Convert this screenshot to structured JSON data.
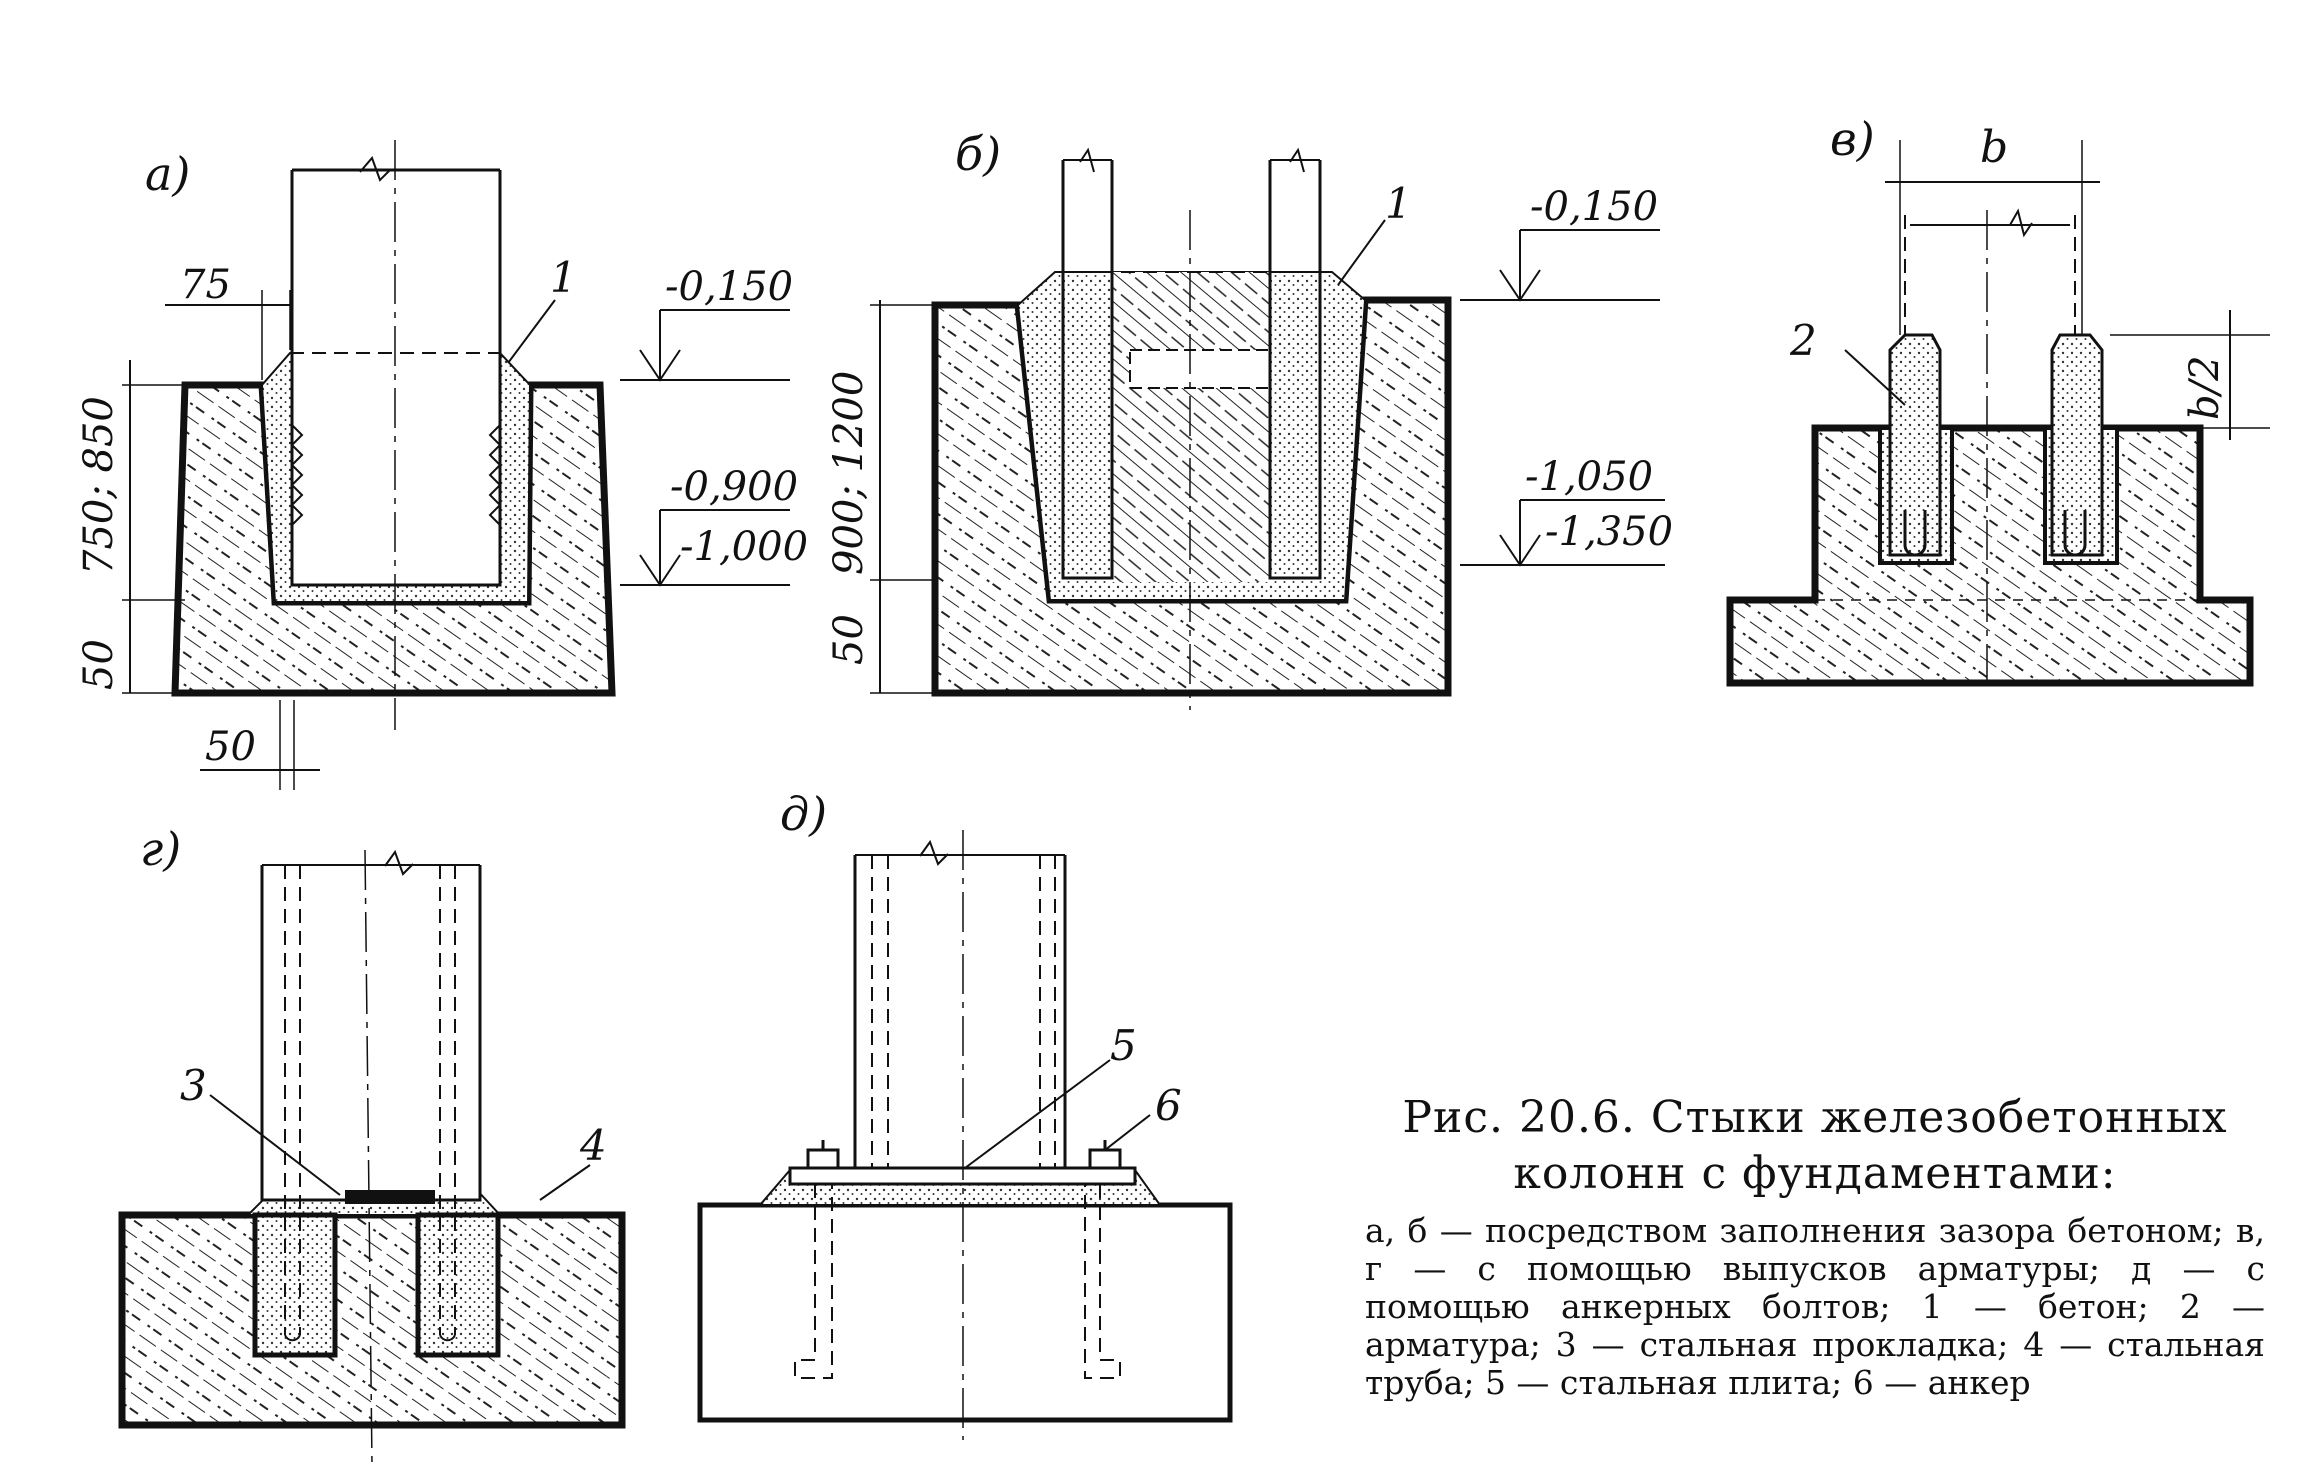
{
  "figure": {
    "panels": {
      "a": {
        "label": "а)",
        "dim_top": "75",
        "dim_vertical": "750; 850",
        "dim_base": "50",
        "dim_gap": "50",
        "callout": "1",
        "levels": [
          "-0,150",
          "-0,900",
          "-1,000"
        ]
      },
      "b": {
        "label": "б)",
        "dim_vertical": "900; 1200",
        "dim_base": "50",
        "callout": "1",
        "levels": [
          "-0,150",
          "-1,050",
          "-1,350"
        ]
      },
      "v": {
        "label": "в)",
        "dim_width": "b",
        "dim_half": "b/2",
        "callout": "2"
      },
      "g": {
        "label": "г)",
        "callout_left": "3",
        "callout_right": "4"
      },
      "d": {
        "label": "д)",
        "callout_left": "5",
        "callout_right": "6"
      }
    }
  },
  "caption": {
    "title": "Рис. 20.6. Стыки железобетонных колонн с фундаментами:",
    "body": "а, б — посредством заполнения зазора бетоном; в, г — с помощью выпусков арматуры; д — с помощью анкерных болтов; 1 — бетон; 2 — арматура; 3 — стальная прокладка; 4 — стальная труба; 5 — стальная плита; 6 — анкер"
  },
  "colors": {
    "ink": "#111111",
    "paper": "#ffffff"
  }
}
